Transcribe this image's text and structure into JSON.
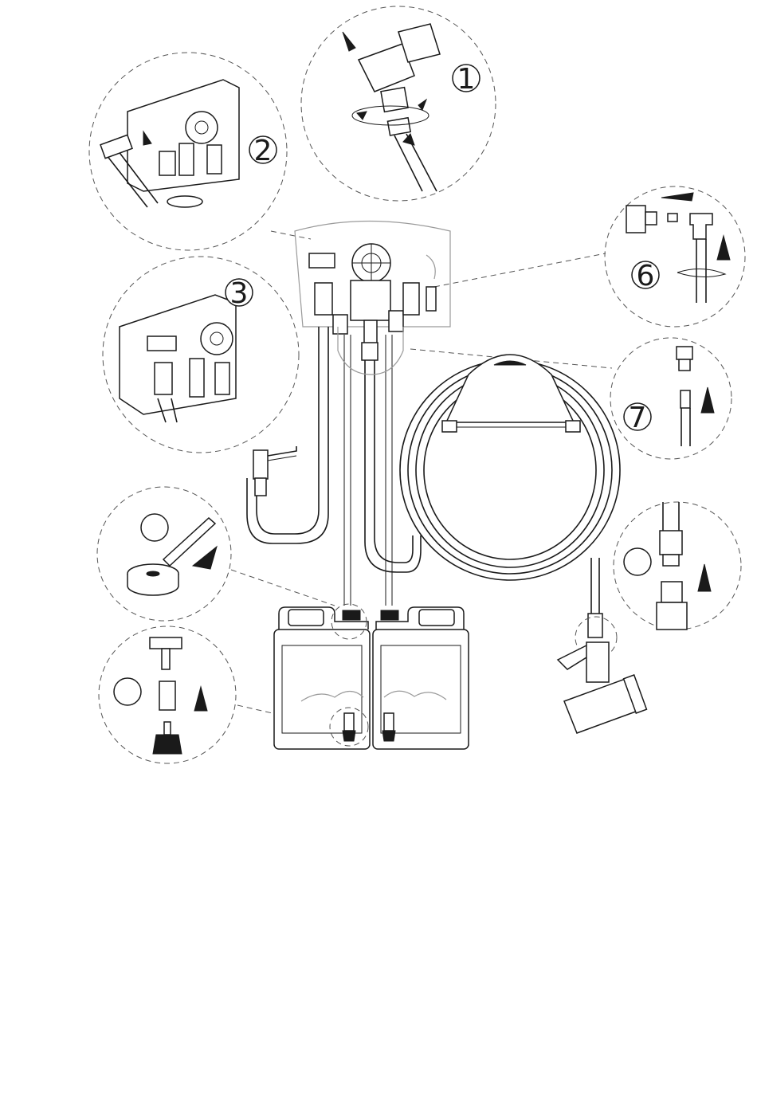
{
  "steps": {
    "s1": "1",
    "s2": "2",
    "s3": "3",
    "s6": "6",
    "s7": "7"
  },
  "colors": {
    "ink": "#1a1a1a",
    "dash": "#555555",
    "paper": "#ffffff"
  }
}
